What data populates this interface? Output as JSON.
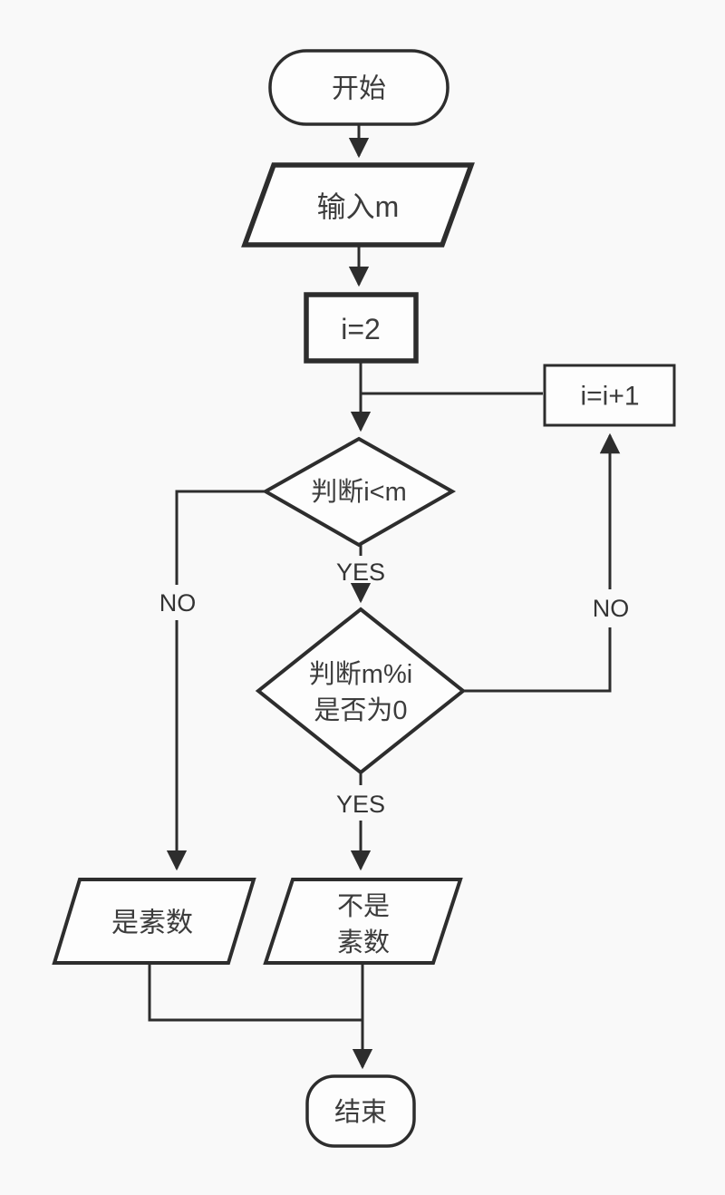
{
  "canvas": {
    "background": "#f9f9f9",
    "node_fill": "#fdfdfd",
    "stroke_color": "#2d2d2d",
    "text_color": "#3c3c3c"
  },
  "nodes": {
    "start": {
      "shape": "terminator",
      "label": "开始"
    },
    "input_m": {
      "shape": "parallelogram",
      "label": "输入m"
    },
    "init_i": {
      "shape": "process",
      "label": "i=2"
    },
    "increment_i": {
      "shape": "process",
      "label": "i=i+1"
    },
    "check_i_lt_m": {
      "shape": "decision",
      "label": "判断i<m"
    },
    "check_mod": {
      "shape": "decision",
      "line1": "判断m%i",
      "line2": "是否为0"
    },
    "is_prime": {
      "shape": "parallelogram",
      "label": "是素数"
    },
    "not_prime": {
      "shape": "parallelogram",
      "line1": "不是",
      "line2": "素数"
    },
    "end": {
      "shape": "terminator",
      "label": "结束"
    }
  },
  "edge_labels": {
    "check_i_lt_m_yes": "YES",
    "check_i_lt_m_no": "NO",
    "check_mod_yes": "YES",
    "check_mod_no": "NO"
  }
}
